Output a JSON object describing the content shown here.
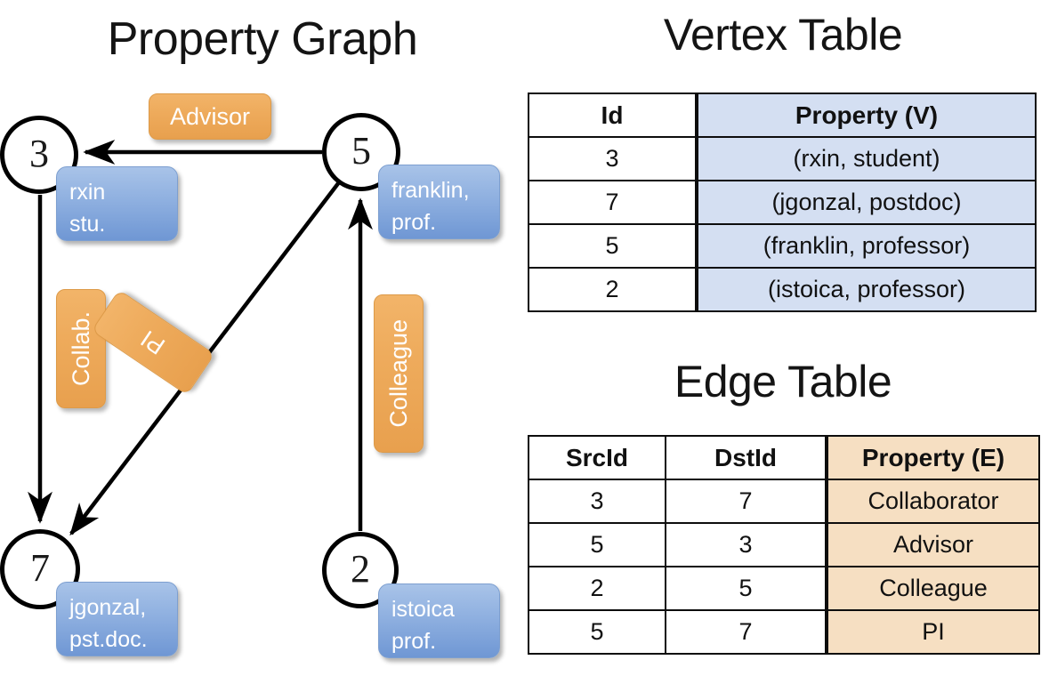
{
  "titles": {
    "property_graph": "Property Graph",
    "vertex_table": "Vertex Table",
    "edge_table": "Edge Table"
  },
  "graph": {
    "nodes": [
      {
        "id": "3",
        "property_line1": "rxin",
        "property_line2": "stu."
      },
      {
        "id": "5",
        "property_line1": "franklin,",
        "property_line2": "prof."
      },
      {
        "id": "7",
        "property_line1": "jgonzal,",
        "property_line2": "pst.doc."
      },
      {
        "id": "2",
        "property_line1": "istoica",
        "property_line2": "prof."
      }
    ],
    "edge_labels": {
      "advisor": "Advisor",
      "collab": "Collab.",
      "pi": "PI",
      "colleague": "Colleague"
    }
  },
  "vertex_table": {
    "headers": [
      "Id",
      "Property (V)"
    ],
    "rows": [
      {
        "id": "3",
        "property": "(rxin, student)"
      },
      {
        "id": "7",
        "property": "(jgonzal, postdoc)"
      },
      {
        "id": "5",
        "property": "(franklin, professor)"
      },
      {
        "id": "2",
        "property": "(istoica, professor)"
      }
    ]
  },
  "edge_table": {
    "headers": [
      "SrcId",
      "DstId",
      "Property (E)"
    ],
    "rows": [
      {
        "src": "3",
        "dst": "7",
        "property": "Collaborator"
      },
      {
        "src": "5",
        "dst": "3",
        "property": "Advisor"
      },
      {
        "src": "2",
        "dst": "5",
        "property": "Colleague"
      },
      {
        "src": "5",
        "dst": "7",
        "property": "PI"
      }
    ]
  },
  "colors": {
    "vertex_property_fill": "#d4dff2",
    "edge_property_fill": "#f6dfc2",
    "node_box_blue": "#8fb0e0",
    "edge_label_orange": "#eeab5c",
    "stroke": "#000000"
  }
}
